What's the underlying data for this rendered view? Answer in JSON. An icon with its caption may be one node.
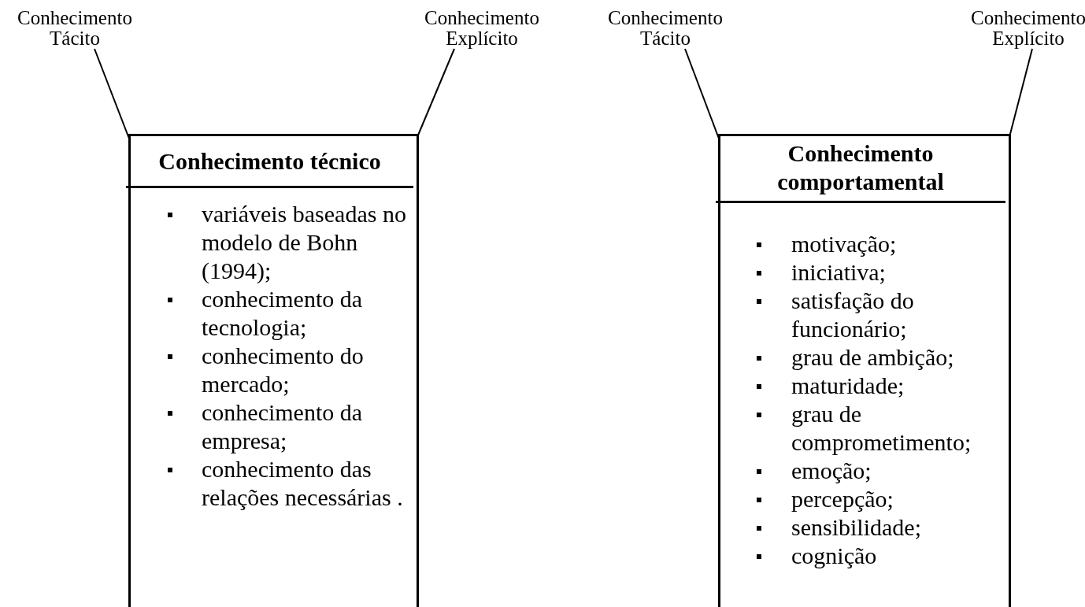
{
  "diagram": {
    "nodes": [
      {
        "text": [
          "Conhecimento Tácito"
        ]
      },
      {
        "text": [
          "Conhecimento Explícito"
        ]
      },
      {
        "text": [
          "Conhecimento técnico",
          "variáveis baseadas no modelo de Bohn (1994);",
          "conhecimento da tecnologia;",
          "conhecimento do mercado;",
          "conhecimento da empresa;",
          "conhecimento das relações necessárias ."
        ]
      },
      {
        "text": [
          "Conhecimento Tácito"
        ]
      },
      {
        "text": [
          "Conhecimento Explícito"
        ]
      },
      {
        "text": [
          "Conhecimento comportamental",
          "motivação;",
          "iniciativa;",
          "satisfação do funcionário;",
          "grau de ambição;",
          "maturidade;",
          "grau de comprometimento;",
          "emoção;",
          "percepção;",
          "sensibilidade;",
          "cognição"
        ]
      }
    ],
    "edges": [
      {
        "from": 0,
        "to": 2,
        "arrow": "none"
      },
      {
        "from": 1,
        "to": 2,
        "arrow": "none"
      },
      {
        "from": 3,
        "to": 5,
        "arrow": "none"
      },
      {
        "from": 4,
        "to": 5,
        "arrow": "none"
      }
    ]
  }
}
